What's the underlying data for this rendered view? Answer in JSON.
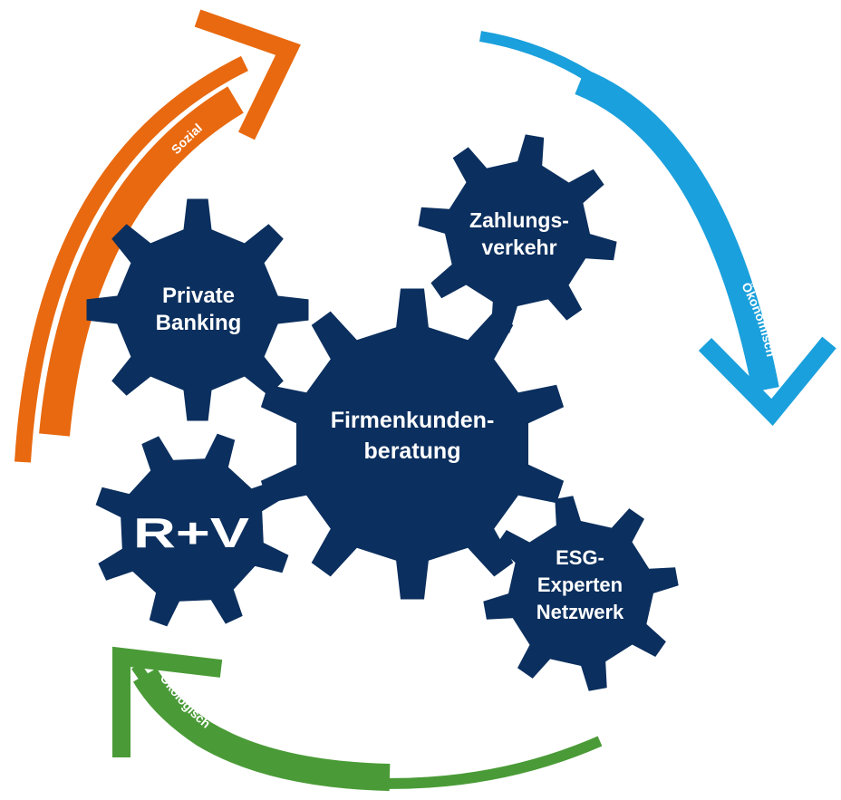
{
  "colors": {
    "gear": "#0b2f5e",
    "arrow_social": "#e8690f",
    "arrow_economic": "#1aa0dc",
    "arrow_ecological": "#4a9b37",
    "label_text": "#ffffff"
  },
  "gears": {
    "firmenkunden": {
      "line1": "Firmenkunden-",
      "line2": "beratung"
    },
    "private_banking": {
      "line1": "Private",
      "line2": "Banking"
    },
    "zahlungsverkehr": {
      "line1": "Zahlungs-",
      "line2": "verkehr"
    },
    "esg": {
      "line1": "ESG-",
      "line2": "Experten",
      "line3": "Netzwerk"
    },
    "ruv": {
      "logo": "R+V"
    }
  },
  "arrows": {
    "social": {
      "label": "Sozial"
    },
    "economic": {
      "label": "Ökonomisch"
    },
    "ecological": {
      "label": "Ökologisch"
    }
  }
}
